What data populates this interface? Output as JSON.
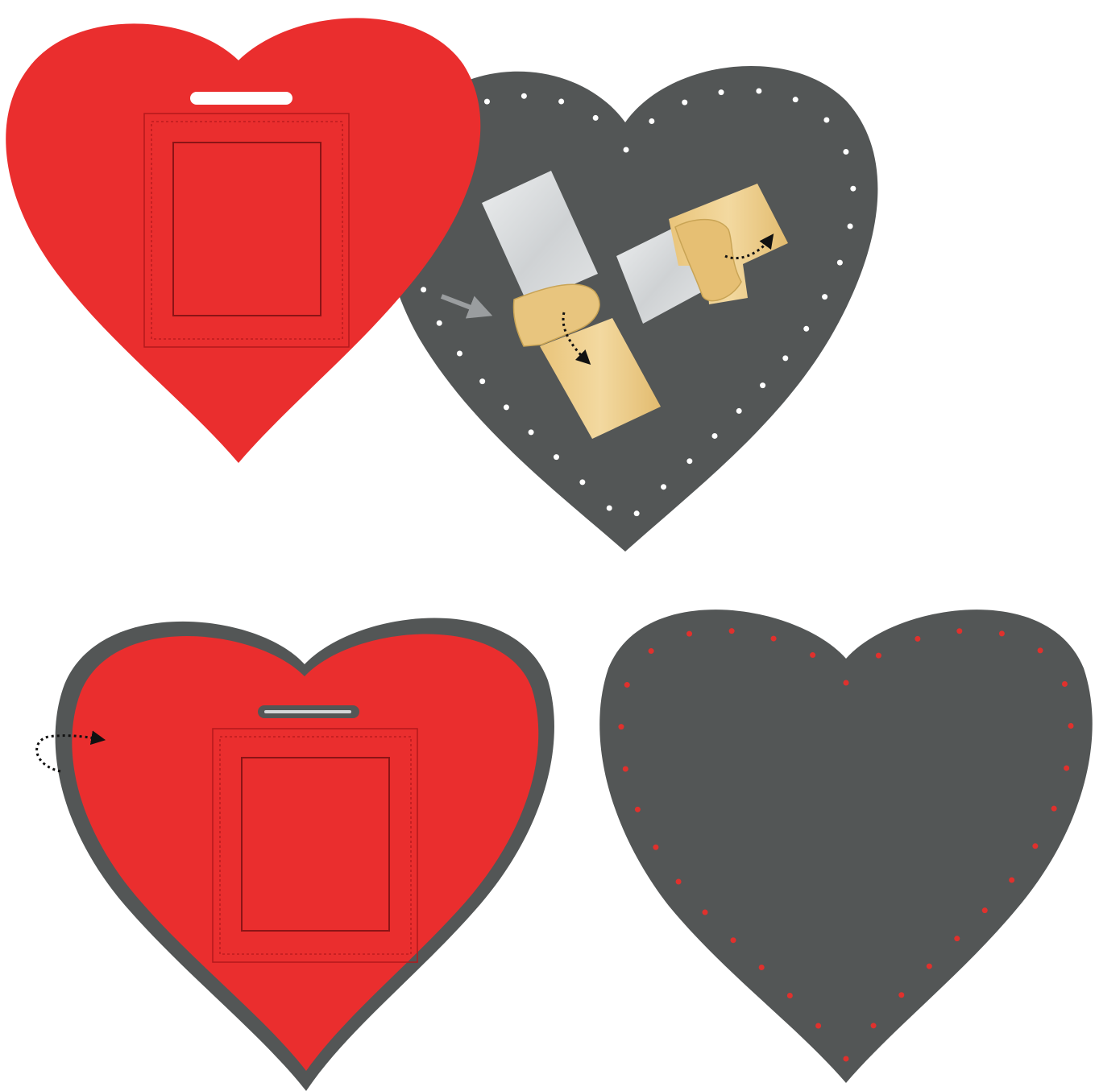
{
  "colors": {
    "background": "#ffffff",
    "felt_red": "#ea2e2e",
    "felt_red_dark": "#b3191c",
    "felt_gray": "#535656",
    "stitch_white": "#ffffff",
    "stitch_red": "#e0312d",
    "tape_silver": "#d4d6d8",
    "tape_gold": "#e8c57e",
    "arrow_gray": "#9a9d9f",
    "arrow_black": "#111111"
  },
  "panels": [
    {
      "id": "step-1-red-front-heart",
      "icon": "red-heart-with-photo-pocket"
    },
    {
      "id": "step-2-gray-back-heart-with-tape",
      "icon": "gray-heart-with-tape-strips"
    },
    {
      "id": "step-3-assembled-front",
      "icon": "red-heart-on-gray-backing"
    },
    {
      "id": "step-4-assembled-back",
      "icon": "gray-heart-with-red-stitching"
    }
  ]
}
